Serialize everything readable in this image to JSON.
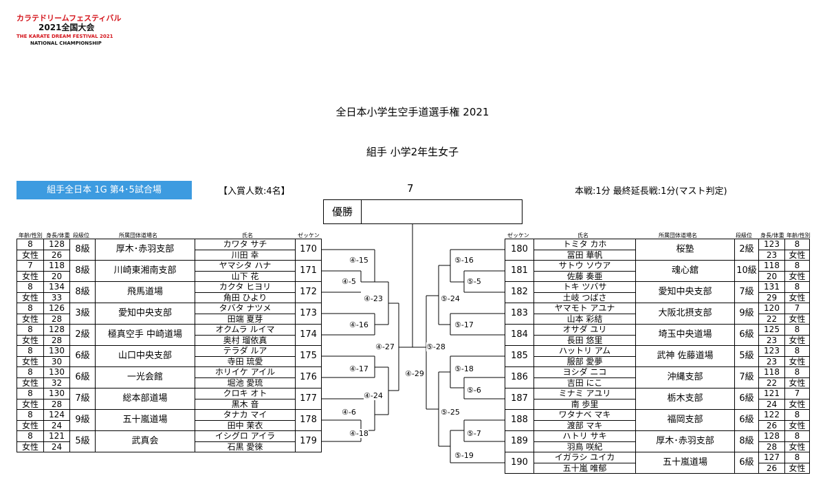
{
  "logo": {
    "line1": "カラテドリームフェスティバル",
    "line2": "2021全国大会",
    "line3": "THE KARATE DREAM FESTIVAL 2021",
    "line4": "NATIONAL CHAMPIONSHIP"
  },
  "title": "全日本小学生空手道選手権 2021",
  "subtitle": "組手  小学2年生女子",
  "badge": "組手全日本  1G  第4･5試合場",
  "winners": "【入賞人数:4名】",
  "number": "7",
  "rules": "本戦:1分  最終延長戦:1分(マスト判定)",
  "champion_label": "優勝",
  "headers_left": {
    "age_sex": "年齢/性別",
    "hw": "身長/体重",
    "rank": "段級位",
    "dojo": "所属団体道場名",
    "name": "氏名",
    "zekken": "ゼッケン"
  },
  "headers_right": {
    "zekken": "ゼッケン",
    "name": "氏名",
    "dojo": "所属団体道場名",
    "rank": "段級位",
    "hw": "身長/体重",
    "age_sex": "年齢/性別"
  },
  "left_players": [
    {
      "age": "8",
      "sex": "女性",
      "height": "128",
      "weight": "26",
      "rank": "8級",
      "dojo": "厚木･赤羽支部",
      "kana": "カワタ  サチ",
      "kanji": "川田  幸",
      "zekken": "170"
    },
    {
      "age": "7",
      "sex": "女性",
      "height": "118",
      "weight": "20",
      "rank": "8級",
      "dojo": "川崎東湘南支部",
      "kana": "ヤマシタ  ハナ",
      "kanji": "山下  花",
      "zekken": "171"
    },
    {
      "age": "8",
      "sex": "女性",
      "height": "134",
      "weight": "33",
      "rank": "8級",
      "dojo": "飛馬道場",
      "kana": "カクタ  ヒヨリ",
      "kanji": "角田  ひより",
      "zekken": "172"
    },
    {
      "age": "8",
      "sex": "女性",
      "height": "126",
      "weight": "28",
      "rank": "3級",
      "dojo": "愛知中央支部",
      "kana": "タバタ  ナツメ",
      "kanji": "田端  夏芽",
      "zekken": "173"
    },
    {
      "age": "8",
      "sex": "女性",
      "height": "128",
      "weight": "28",
      "rank": "2級",
      "dojo": "極真空手  中崎道場",
      "kana": "オクムラ  ルイマ",
      "kanji": "奥村  瑠依真",
      "zekken": "174"
    },
    {
      "age": "8",
      "sex": "女性",
      "height": "130",
      "weight": "30",
      "rank": "6級",
      "dojo": "山口中央支部",
      "kana": "テラダ  ルア",
      "kanji": "寺田  琉愛",
      "zekken": "175"
    },
    {
      "age": "8",
      "sex": "女性",
      "height": "130",
      "weight": "32",
      "rank": "6級",
      "dojo": "一光会館",
      "kana": "ホリイケ  アイル",
      "kanji": "堀池  愛琉",
      "zekken": "176"
    },
    {
      "age": "8",
      "sex": "女性",
      "height": "130",
      "weight": "28",
      "rank": "7級",
      "dojo": "総本部道場",
      "kana": "クロキ  オト",
      "kanji": "黒木  音",
      "zekken": "177"
    },
    {
      "age": "8",
      "sex": "女性",
      "height": "124",
      "weight": "24",
      "rank": "9級",
      "dojo": "五十嵐道場",
      "kana": "タナカ  マイ",
      "kanji": "田中  茉衣",
      "zekken": "178"
    },
    {
      "age": "8",
      "sex": "女性",
      "height": "121",
      "weight": "24",
      "rank": "5級",
      "dojo": "武真会",
      "kana": "イシグロ  アイラ",
      "kanji": "石黒  愛徠",
      "zekken": "179"
    }
  ],
  "right_players": [
    {
      "zekken": "180",
      "kana": "トミタ  カホ",
      "kanji": "冨田  華帆",
      "dojo": "桜塾",
      "rank": "2級",
      "height": "123",
      "weight": "23",
      "age": "8",
      "sex": "女性"
    },
    {
      "zekken": "181",
      "kana": "サトウ  ソウア",
      "kanji": "佐藤  奏亜",
      "dojo": "魂心舘",
      "rank": "10級",
      "height": "118",
      "weight": "20",
      "age": "8",
      "sex": "女性"
    },
    {
      "zekken": "182",
      "kana": "トキ  ツバサ",
      "kanji": "土岐  つばさ",
      "dojo": "愛知中央支部",
      "rank": "7級",
      "height": "131",
      "weight": "29",
      "age": "8",
      "sex": "女性"
    },
    {
      "zekken": "183",
      "kana": "ヤマモト  アユナ",
      "kanji": "山本  彩結",
      "dojo": "大阪北摂支部",
      "rank": "9級",
      "height": "120",
      "weight": "22",
      "age": "7",
      "sex": "女性"
    },
    {
      "zekken": "184",
      "kana": "オサダ  ユリ",
      "kanji": "長田  悠里",
      "dojo": "埼玉中央道場",
      "rank": "6級",
      "height": "125",
      "weight": "23",
      "age": "8",
      "sex": "女性"
    },
    {
      "zekken": "185",
      "kana": "ハットリ  アム",
      "kanji": "服部  愛夢",
      "dojo": "武神  佐藤道場",
      "rank": "5級",
      "height": "123",
      "weight": "23",
      "age": "8",
      "sex": "女性"
    },
    {
      "zekken": "186",
      "kana": "ヨシダ  ニコ",
      "kanji": "吉田  にこ",
      "dojo": "沖縄支部",
      "rank": "7級",
      "height": "118",
      "weight": "22",
      "age": "8",
      "sex": "女性"
    },
    {
      "zekken": "187",
      "kana": "ミナミ  アユリ",
      "kanji": "南  歩里",
      "dojo": "栃木支部",
      "rank": "6級",
      "height": "121",
      "weight": "24",
      "age": "7",
      "sex": "女性"
    },
    {
      "zekken": "188",
      "kana": "ワタナベ  マキ",
      "kanji": "渡部  マキ",
      "dojo": "福岡支部",
      "rank": "6級",
      "height": "122",
      "weight": "26",
      "age": "8",
      "sex": "女性"
    },
    {
      "zekken": "189",
      "kana": "ハトリ  サキ",
      "kanji": "羽鳥  咲紀",
      "dojo": "厚木･赤羽支部",
      "rank": "8級",
      "height": "128",
      "weight": "28",
      "age": "8",
      "sex": "女性"
    },
    {
      "zekken": "190",
      "kana": "イガラシ  ユイカ",
      "kanji": "五十嵐  唯郁",
      "dojo": "五十嵐道場",
      "rank": "6級",
      "height": "127",
      "weight": "26",
      "age": "8",
      "sex": "女性"
    }
  ],
  "matches": {
    "m4_15": "④-15",
    "m4_5": "④-5",
    "m4_23": "④-23",
    "m4_16": "④-16",
    "m4_27": "④-27",
    "m4_17": "④-17",
    "m4_24": "④-24",
    "m4_6": "④-6",
    "m4_18": "④-18",
    "m4_29": "④-29",
    "m5_16": "⑤-16",
    "m5_5": "⑤-5",
    "m5_24": "⑤-24",
    "m5_17": "⑤-17",
    "m5_28": "⑤-28",
    "m5_18": "⑤-18",
    "m5_6": "⑤-6",
    "m5_25": "⑤-25",
    "m5_7": "⑤-7",
    "m5_19": "⑤-19"
  }
}
